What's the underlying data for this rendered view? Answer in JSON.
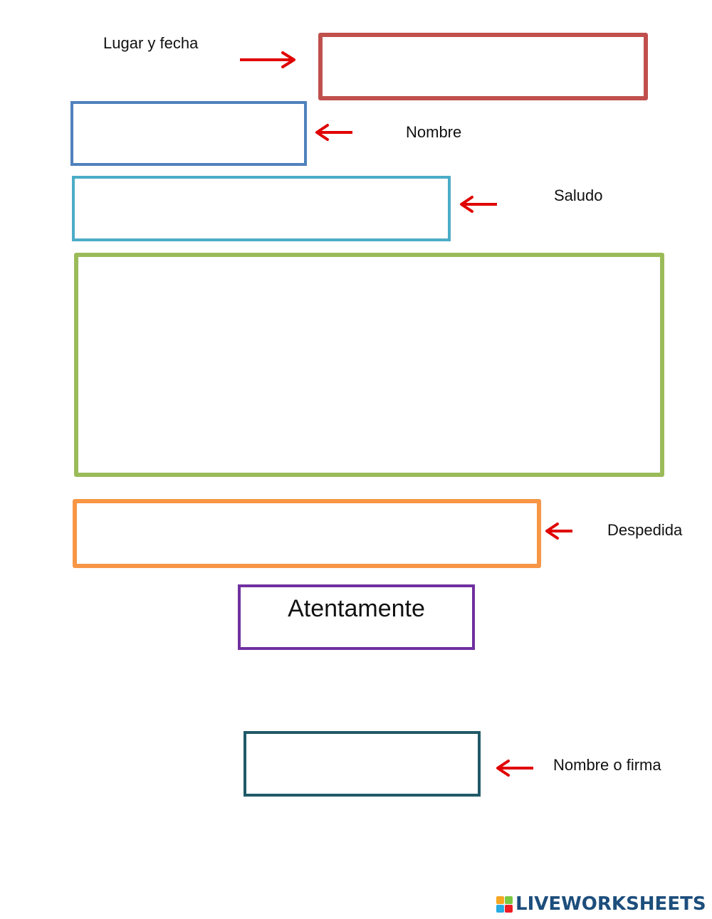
{
  "labels": {
    "place_date": "Lugar y fecha",
    "name": "Nombre",
    "greeting": "Saludo",
    "farewell": "Despedida",
    "closing": "Atentamente",
    "signature": "Nombre o firma"
  },
  "brand": {
    "name": "LIVEWORKSHEETS"
  },
  "colors": {
    "place_date_box": "#c0504d",
    "name_box": "#4f81bd",
    "greeting_box": "#4bacc6",
    "body_box": "#9bbb59",
    "farewell_box": "#f79646",
    "closing_box": "#7030a0",
    "signature_box": "#215968",
    "arrow": "#e00000"
  }
}
